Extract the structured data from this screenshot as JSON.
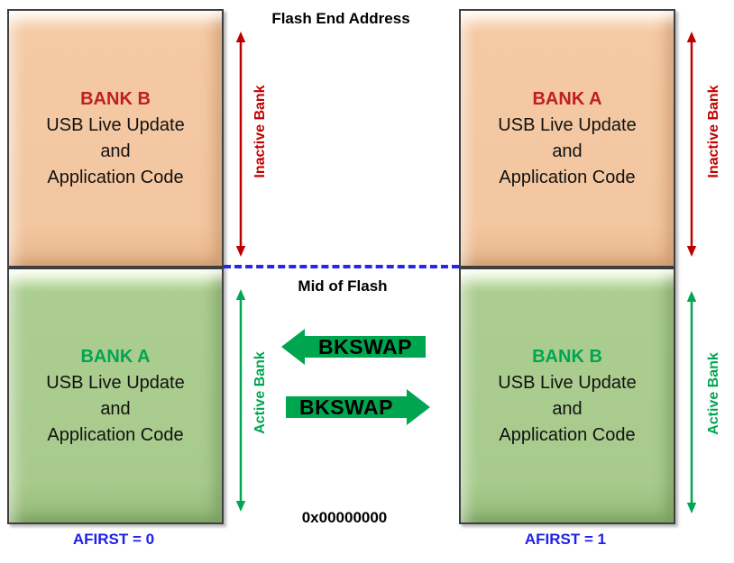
{
  "labels": {
    "flash_end_address": "Flash End Address",
    "mid_of_flash": "Mid of Flash",
    "base_address": "0x00000000",
    "afirst0": "AFIRST = 0",
    "afirst1": "AFIRST = 1",
    "inactive_bank": "Inactive Bank",
    "active_bank": "Active Bank",
    "bkswap": "BKSWAP"
  },
  "banks": [
    {
      "position": "left-top",
      "state": "inactive",
      "title": "BANK B",
      "line1": "USB Live Update",
      "line2": "and",
      "line3": "Application Code"
    },
    {
      "position": "left-bottom",
      "state": "active",
      "title": "BANK A",
      "line1": "USB Live Update",
      "line2": "and",
      "line3": "Application Code"
    },
    {
      "position": "right-top",
      "state": "inactive",
      "title": "BANK A",
      "line1": "USB Live Update",
      "line2": "and",
      "line3": "Application Code"
    },
    {
      "position": "right-bottom",
      "state": "active",
      "title": "BANK B",
      "line1": "USB Live Update",
      "line2": "and",
      "line3": "Application Code"
    }
  ],
  "colors": {
    "inactive_fill": "#F2C6A0",
    "active_fill": "#A8CB8D",
    "inactive_red": "#C00000",
    "active_green": "#00A651",
    "bkswap_arrow_green": "#00A64F",
    "divider_blue": "#2727EC",
    "afirst_blue": "#2020E8",
    "box_border": "#3F3F3F"
  }
}
